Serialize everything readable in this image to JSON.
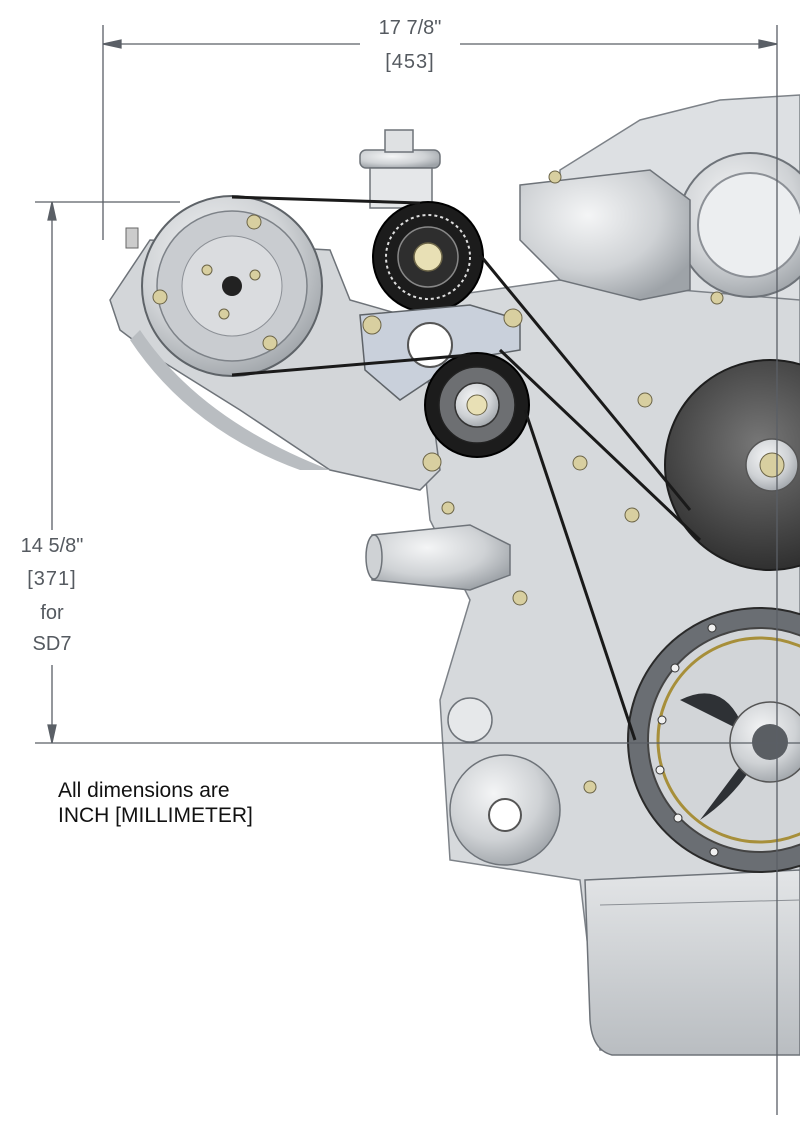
{
  "dimensions": {
    "width": {
      "inch": "17 7/8\"",
      "mm": "[453]"
    },
    "height": {
      "inch": "14 5/8\"",
      "mm": "[371]",
      "for_label": "for",
      "model": "SD7"
    }
  },
  "note": {
    "line1": "All dimensions are",
    "line2": "INCH [MILLIMETER]"
  },
  "colors": {
    "dimension_line": "#5a5f66",
    "engine_body": "#d9dcdf",
    "engine_shadow": "#a9adb2",
    "belt": "#1a1a1a",
    "bolt": "#d8cfa0"
  }
}
